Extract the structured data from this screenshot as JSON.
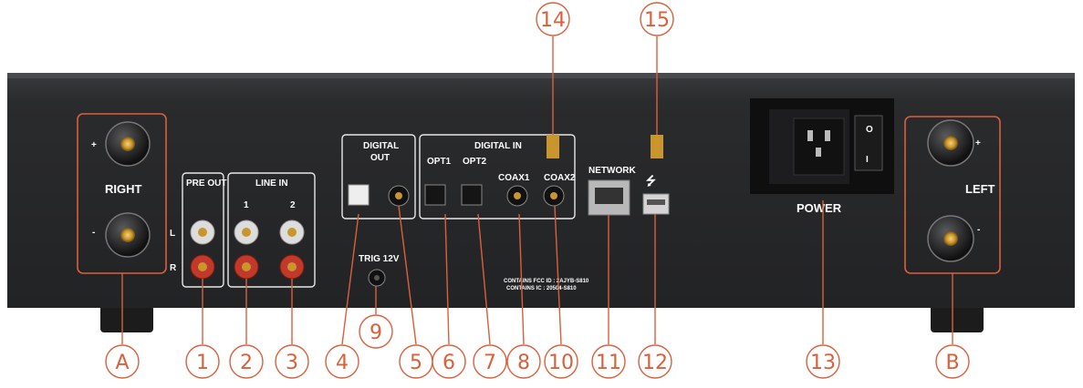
{
  "panel_labels": {
    "right": "RIGHT",
    "left": "LEFT",
    "plus": "+",
    "minus": "-",
    "pre_out": "PRE OUT",
    "line_in": "LINE IN",
    "line_in_1": "1",
    "line_in_2": "2",
    "ch_l": "L",
    "ch_r": "R",
    "digital_out": "DIGITAL",
    "digital_out_2": "OUT",
    "digital_in": "DIGITAL IN",
    "opt1": "OPT1",
    "opt2": "OPT2",
    "coax1": "COAX1",
    "coax2": "COAX2",
    "network": "NETWORK",
    "power": "POWER",
    "trig": "TRIG 12V",
    "fcc_1": "CONTAINS FCC ID : 2AJYB-S810",
    "fcc_2": "CONTAINS IC : 20504-S810",
    "usb_symbol": "⭍",
    "switch_on": "I",
    "switch_off": "O"
  },
  "callouts": {
    "A": "A",
    "B": "B",
    "n1": "1",
    "n2": "2",
    "n3": "3",
    "n4": "4",
    "n5": "5",
    "n6": "6",
    "n7": "7",
    "n8": "8",
    "n9": "9",
    "n10": "10",
    "n11": "11",
    "n12": "12",
    "n13": "13",
    "n14": "14",
    "n15": "15"
  },
  "colors": {
    "accent": "#d9603b",
    "chassis": "#2b2c2e",
    "label": "#ffffff"
  }
}
